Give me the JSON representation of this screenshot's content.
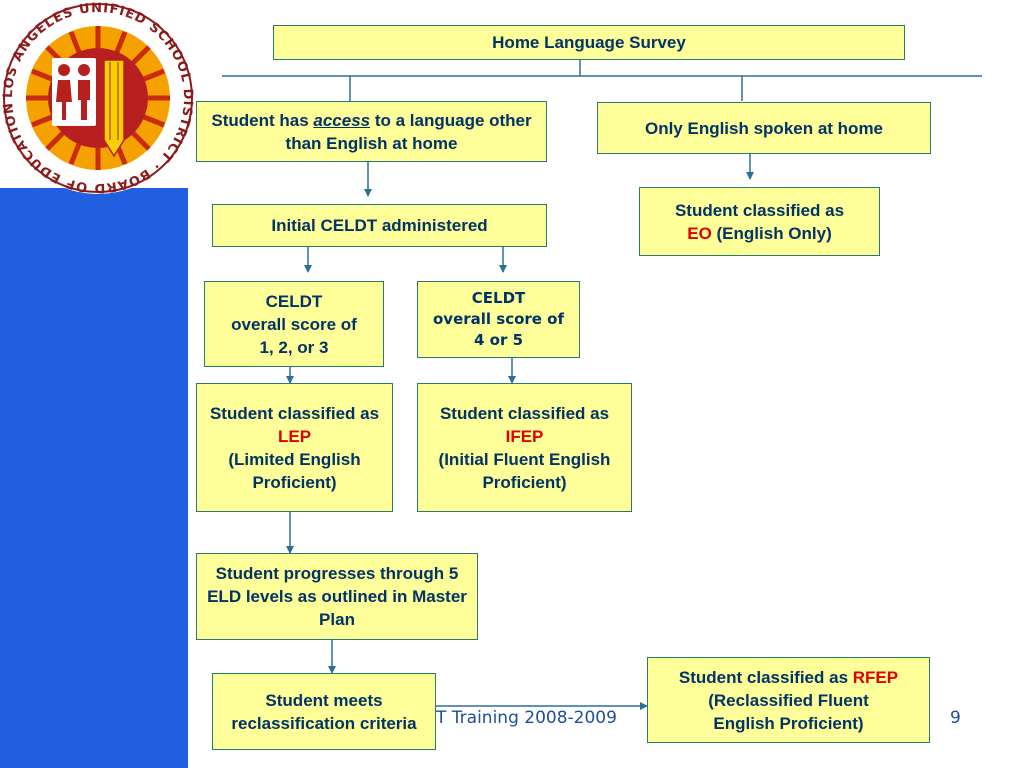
{
  "logo": {
    "ring_text": "LOS ANGELES UNIFIED SCHOOL DISTRICT · BOARD OF EDUCATION ·",
    "icons": [
      "children-icon",
      "pencil-icon"
    ]
  },
  "nodes": {
    "home_survey": "Home Language Survey",
    "access_pre": "Student has ",
    "access_em": "access",
    "access_post": " to a language other than English at home",
    "only_english": "Only English spoken at home",
    "eo_pre": "Student classified as",
    "eo_code": "EO",
    "eo_post": " (English Only)",
    "celdt_admin": "Initial CELDT administered",
    "celdt_low_1": "CELDT",
    "celdt_low_2": "overall score of",
    "celdt_low_3": "1, 2, or 3",
    "celdt_high_1": "CELDT",
    "celdt_high_2": "overall score of",
    "celdt_high_3": "4 or 5",
    "lep_pre": "Student classified as ",
    "lep_code": "LEP",
    "lep_post": "(Limited English Proficient)",
    "ifep_pre": "Student classified as ",
    "ifep_code": "IFEP",
    "ifep_post": "(Initial Fluent English Proficient)",
    "progress": "Student progresses through 5 ELD  levels as outlined in Master Plan",
    "meets": "Student meets reclassification criteria",
    "rfep_pre": "Student classified as ",
    "rfep_code": "RFEP",
    "rfep_post": "(Reclassified Fluent English Proficient)"
  },
  "footer": {
    "text": "T Training 2008-2009",
    "page": "9"
  },
  "colors": {
    "box_fill": "#ffff99",
    "box_border": "#2a7a6e",
    "text": "#003366",
    "highlight": "#e00000",
    "sidebar": "#1f5fe0",
    "connector": "#2a6f9a"
  }
}
